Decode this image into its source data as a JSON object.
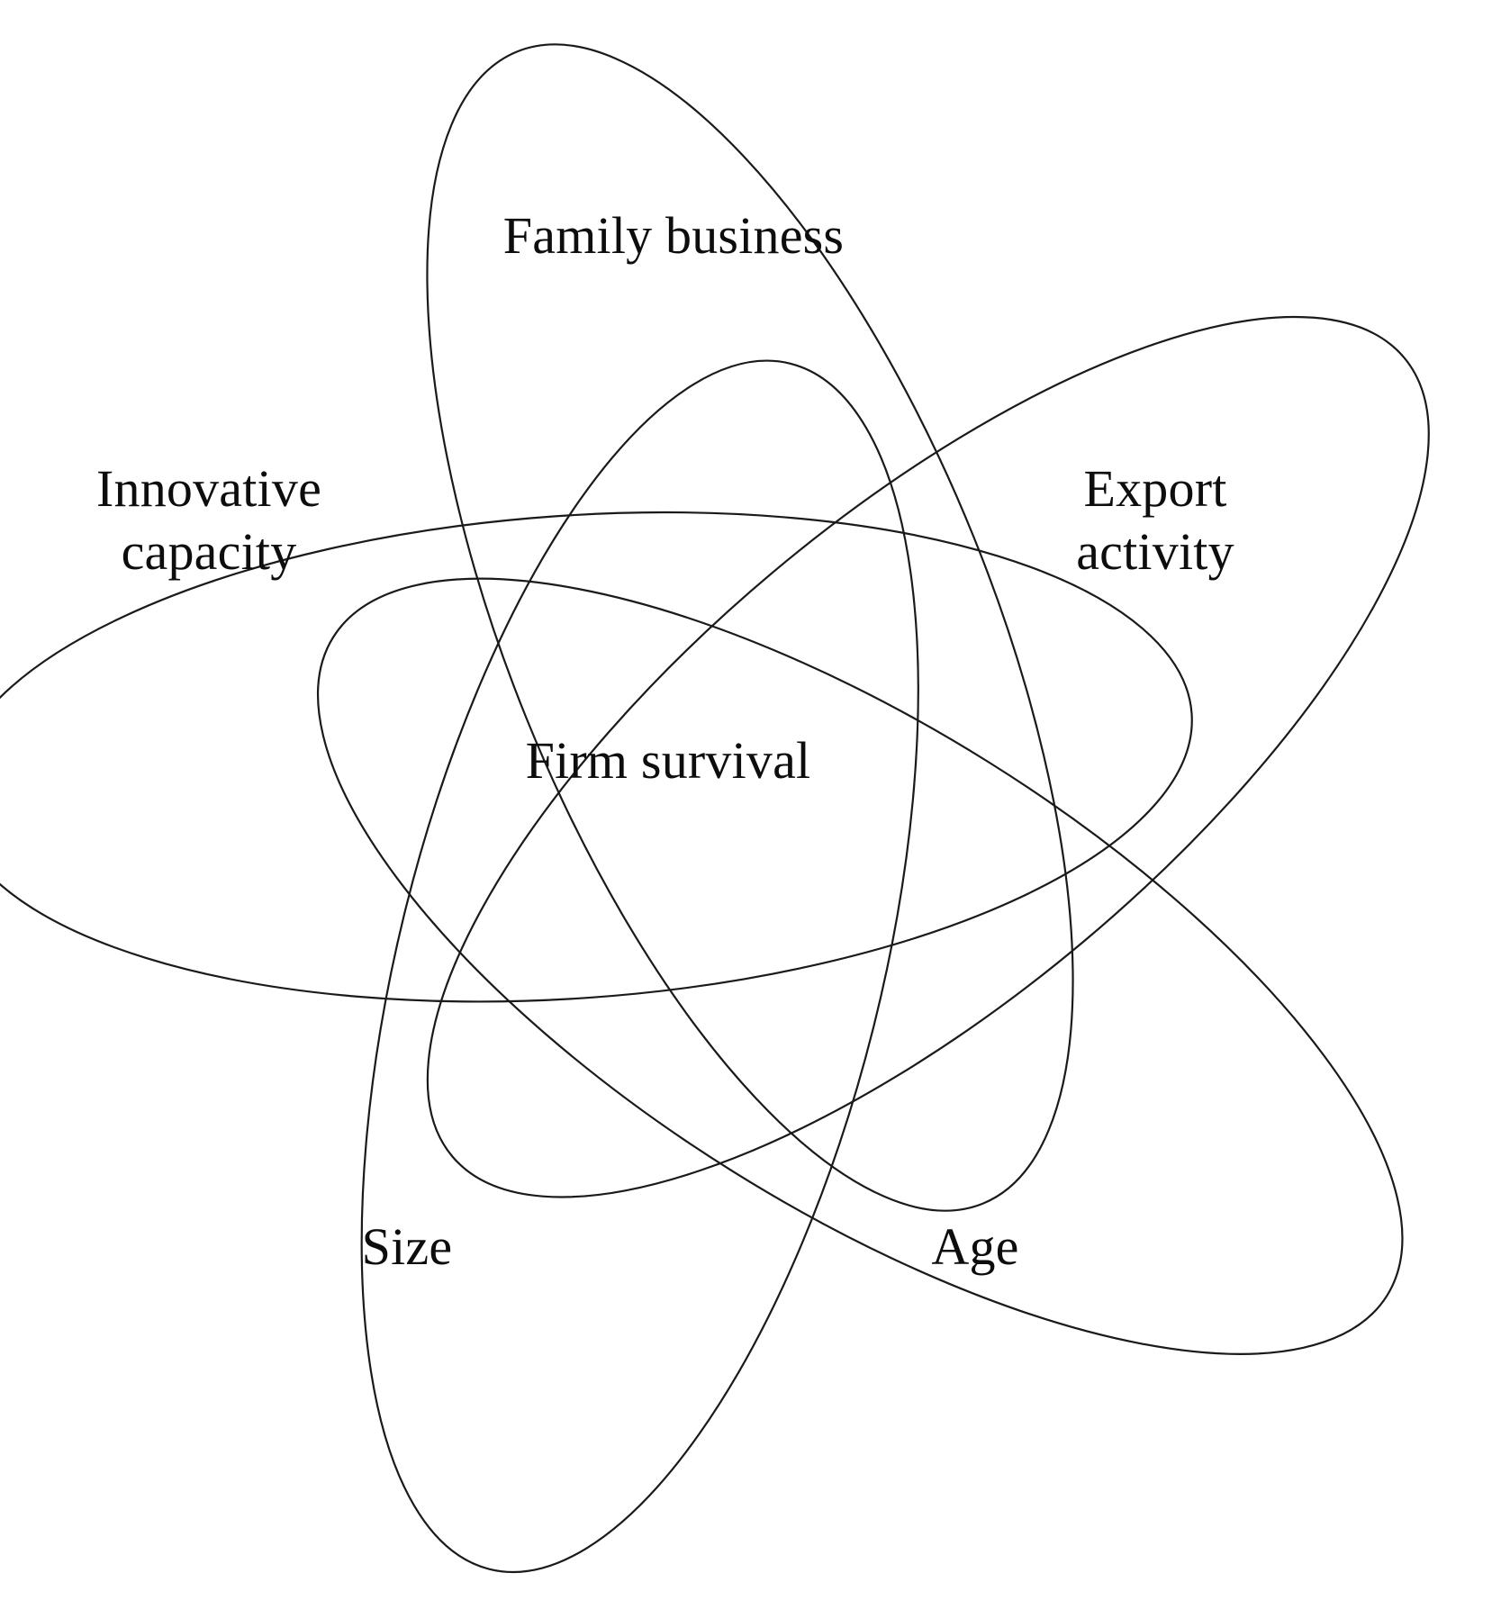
{
  "figure": {
    "type": "venn-diagram",
    "set_count": 5,
    "shape": "ellipse",
    "stroke_color": "#1a1a1a",
    "fill_color": "none",
    "background_color": "#ffffff",
    "stroke_width": 2.2
  },
  "labels": {
    "family_business": "Family business",
    "innovative_capacity": "Innovative\ncapacity",
    "export_activity": "Export\nactivity",
    "firm_survival": "Firm survival",
    "size": "Size",
    "age": "Age"
  },
  "chart_data": {
    "type": "venn",
    "title": "",
    "sets": [
      {
        "name": "Family business",
        "label": "Family business",
        "position": "top",
        "rotation_deg": 0
      },
      {
        "name": "Export activity",
        "label": "Export activity",
        "position": "right",
        "rotation_deg": 72
      },
      {
        "name": "Age",
        "label": "Age",
        "position": "bottom-right",
        "rotation_deg": 144
      },
      {
        "name": "Size",
        "label": "Size",
        "position": "bottom-left",
        "rotation_deg": 216
      },
      {
        "name": "Innovative capacity",
        "label": "Innovative capacity",
        "position": "left",
        "rotation_deg": 288
      }
    ],
    "center_region": "Firm survival",
    "legend": "none",
    "grid": false
  }
}
